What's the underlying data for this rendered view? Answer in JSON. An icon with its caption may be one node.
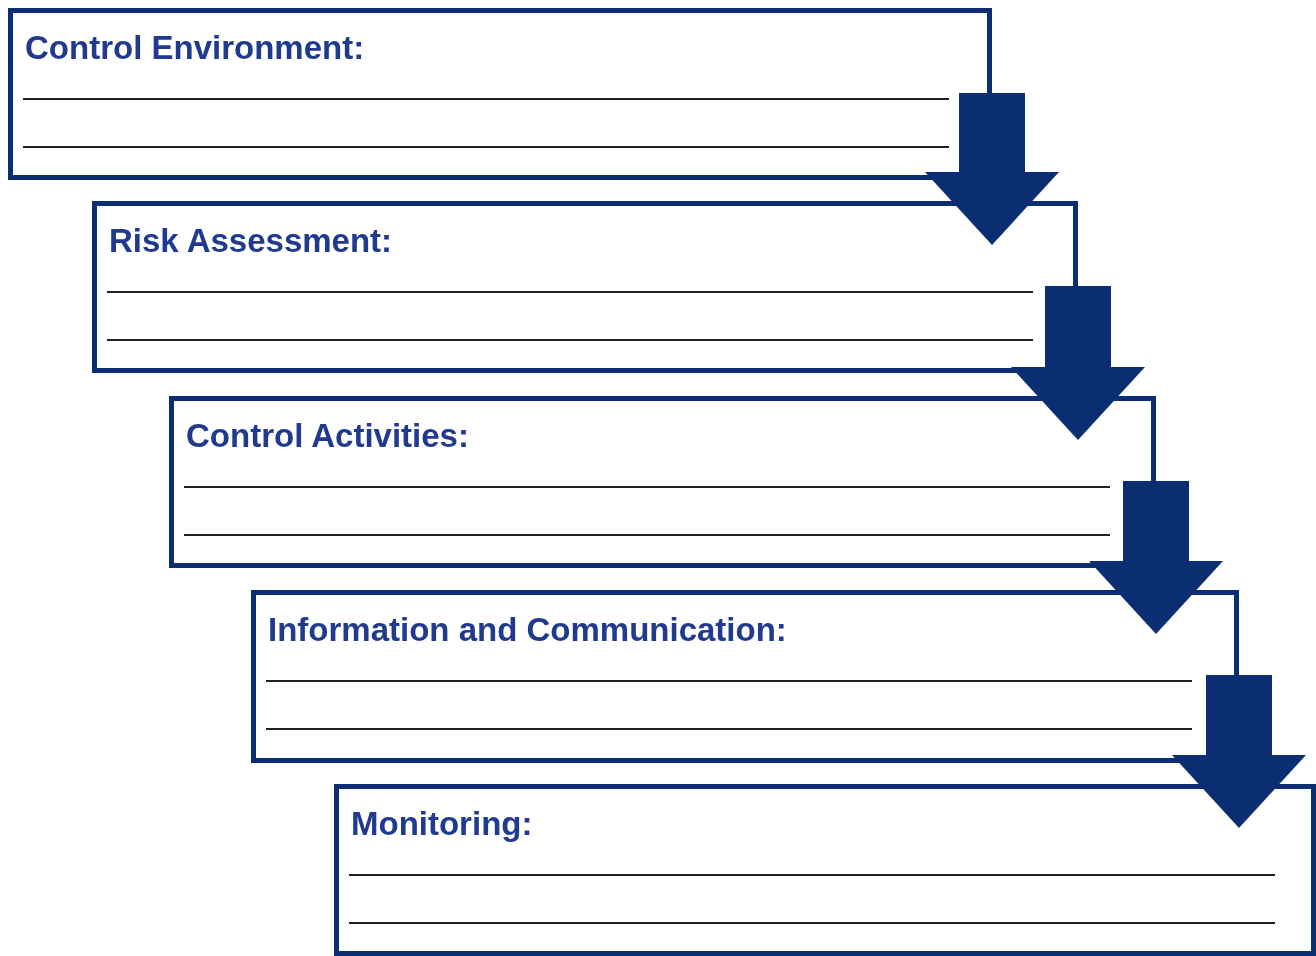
{
  "diagram": {
    "nodes": [
      {
        "text": [
          "Control Environment:"
        ]
      },
      {
        "text": [
          "Risk Assessment:"
        ]
      },
      {
        "text": [
          "Control Activities:"
        ]
      },
      {
        "text": [
          "Information and Communication:"
        ]
      },
      {
        "text": [
          "Monitoring:"
        ]
      }
    ],
    "edges": [
      {
        "from": 0,
        "to": 1,
        "arrow": "to"
      },
      {
        "from": 1,
        "to": 2,
        "arrow": "to"
      },
      {
        "from": 2,
        "to": 3,
        "arrow": "to"
      },
      {
        "from": 3,
        "to": 4,
        "arrow": "to"
      }
    ]
  }
}
